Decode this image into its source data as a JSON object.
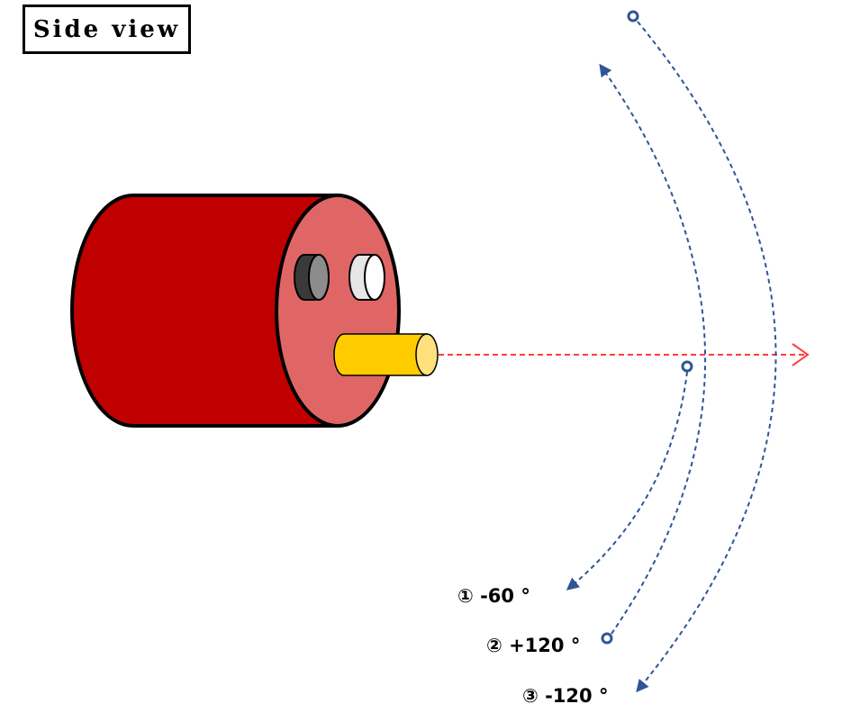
{
  "title": "Side view",
  "colors": {
    "body_side": "#c00000",
    "body_face": "#e06666",
    "shaft": "#ffcc00",
    "shaft_end": "#ffe07a",
    "arc_path": "#2f5597",
    "axis_arrow": "#ff3b3b",
    "button_dark": "#3a3a3a",
    "button_light": "#e6e6e6"
  },
  "rotations": [
    {
      "id": "1",
      "label": "① -60 °"
    },
    {
      "id": "2",
      "label": "② +120 °"
    },
    {
      "id": "3",
      "label": "③ -120 °"
    }
  ]
}
